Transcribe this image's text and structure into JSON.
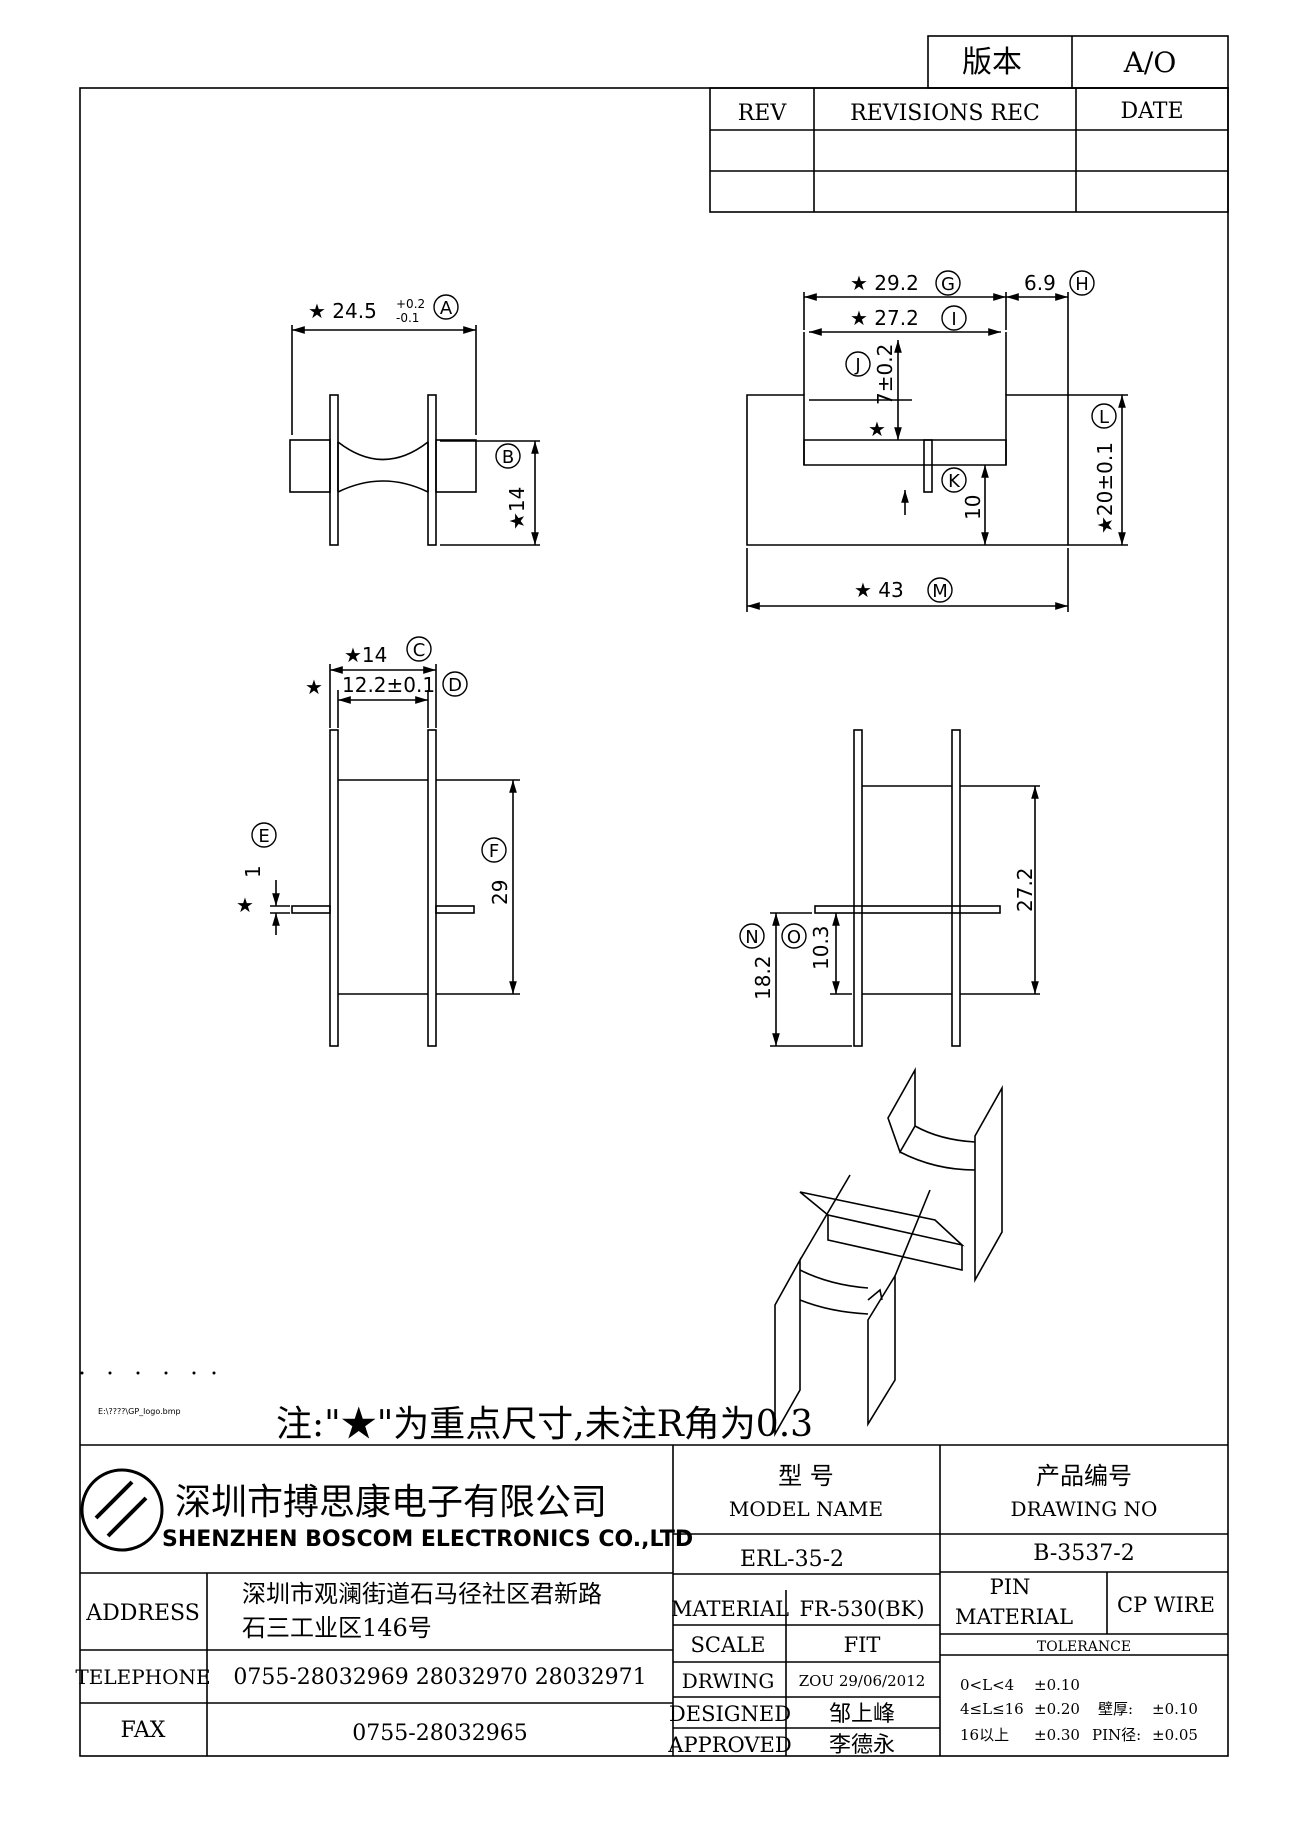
{
  "version_box": {
    "label": "版本",
    "value": "A/O"
  },
  "revision_table": {
    "rev_header": "REV",
    "rec_header": "REVISIONS REC",
    "date_header": "DATE"
  },
  "views": {
    "top": {
      "dim_a": "★ 24.5",
      "tol_a_upper": "+0.2",
      "tol_a_lower": "-0.1",
      "mark_a": "A",
      "dim_b": "★14",
      "mark_b": "B"
    },
    "front": {
      "dim_g": "★ 29.2",
      "mark_g": "G",
      "dim_h": "6.9",
      "mark_h": "H",
      "dim_i": "★ 27.2",
      "mark_i": "I",
      "dim_j": "7±0.2",
      "dim_j_star": "★",
      "mark_j": "J",
      "mark_k": "K",
      "dim_10": "10",
      "dim_l": "★20±0.1",
      "mark_l": "L",
      "dim_m": "★ 43",
      "mark_m": "M"
    },
    "side": {
      "dim_c": "★14",
      "mark_c": "C",
      "dim_d_star": "★",
      "dim_d": "12.2±0.1",
      "mark_d": "D",
      "mark_e": "E",
      "dim_e": "1",
      "dim_e_star": "★",
      "mark_f": "F",
      "dim_f": "29"
    },
    "end": {
      "dim_27": "27.2",
      "mark_n": "N",
      "dim_n": "18.2",
      "mark_o": "O",
      "dim_o": "10.3"
    }
  },
  "logo_path": "E:\\????\\GP_logo.bmp",
  "note": "注:\"★\"为重点尺寸,未注R角为0.3",
  "title_block": {
    "company_cn": "深圳市搏思康电子有限公司",
    "company_en": "SHENZHEN BOSCOM ELECTRONICS CO.,LTD",
    "address_label": "ADDRESS",
    "address_line1": "深圳市观澜街道石马径社区君新路",
    "address_line2": "石三工业区146号",
    "telephone_label": "TELEPHONE",
    "telephone": "0755-28032969 28032970 28032971",
    "fax_label": "FAX",
    "fax": "0755-28032965",
    "model_label_cn": "型    号",
    "model_label_en": "MODEL NAME",
    "model": "ERL-35-2",
    "drawing_label_cn": "产品编号",
    "drawing_label_en": "DRAWING NO",
    "drawing_no": "B-3537-2",
    "material_label": "MATERIAL",
    "material": "FR-530(BK)",
    "pin_material_label_1": "PIN",
    "pin_material_label_2": "MATERIAL",
    "pin_material": "CP WIRE",
    "scale_label": "SCALE",
    "scale": "FIT",
    "tolerance_label": "TOLERANCE",
    "drawing_by_label": "DRWING",
    "drawing_by": "ZOU 29/06/2012",
    "designed_label": "DESIGNED",
    "designed": "邹上峰",
    "approved_label": "APPROVED",
    "approved": "李德永",
    "tol_row1_range": "0<L<4",
    "tol_row1_value": "±0.10",
    "tol_row2_range": "4≤L≤16",
    "tol_row2_value": "±0.20",
    "tol_row2_label": "壁厚:",
    "tol_row2_extra": "±0.10",
    "tol_row3_range": "16以上",
    "tol_row3_value": "±0.30",
    "tol_row3_label": "PIN径:",
    "tol_row3_extra": "±0.05"
  }
}
